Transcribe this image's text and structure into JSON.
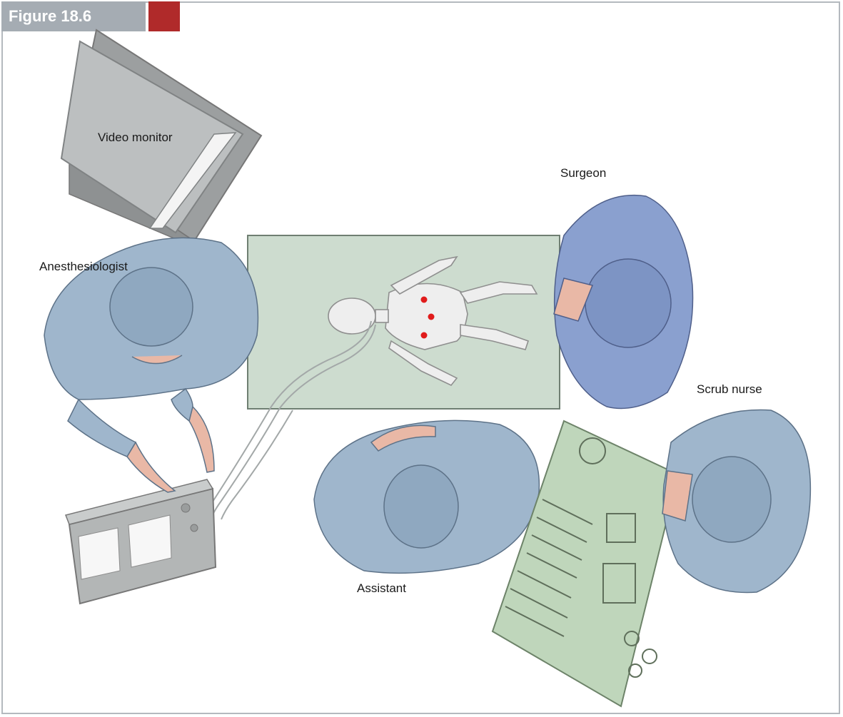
{
  "figure": {
    "label": "Figure 18.6",
    "accent_color": "#b02a2a"
  },
  "labels": {
    "video_monitor": "Video monitor",
    "surgeon": "Surgeon",
    "anesthesiologist": "Anesthesiologist",
    "scrub_nurse": "Scrub nurse",
    "assistant": "Assistant"
  },
  "colors": {
    "table": "#cddccf",
    "gown_blue": "#9fb6cc",
    "surgeon_gown": "#8aa0cf",
    "skin": "#e9b8a6",
    "port_markers": "#e01b1b",
    "instrument_tray": "#bfd6bb",
    "equipment_gray": "#b3b6b6"
  }
}
